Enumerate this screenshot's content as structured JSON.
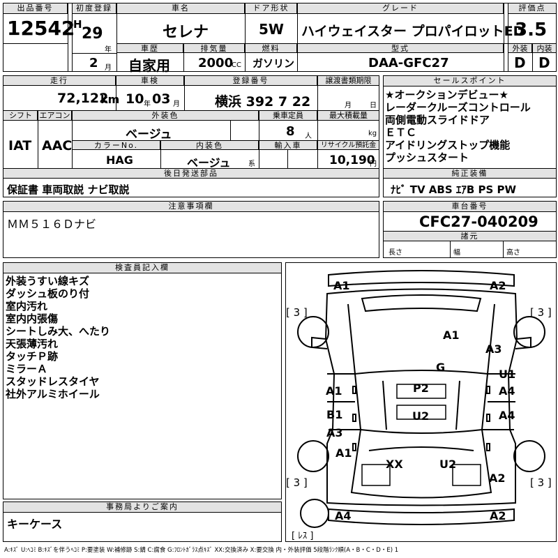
{
  "header_labels": {
    "lot": "出品番号",
    "first_reg": "初度登録",
    "car_name": "車名",
    "door": "ドア形状",
    "grade": "グレード",
    "score": "評価点",
    "year_unit": "年",
    "history": "車歴",
    "displacement": "排気量",
    "fuel": "燃料",
    "model": "型式",
    "exterior": "外装",
    "interior": "内装",
    "month_unit": "月",
    "cc_unit": "CC"
  },
  "vehicle": {
    "lot_number": "12542",
    "era": "H",
    "year": "29",
    "month": "2",
    "name": "セレナ",
    "door": "5W",
    "grade": "ハイウェイスター プロパイロットED",
    "score": "3.5",
    "history": "自家用",
    "displacement": "2000",
    "fuel": "ガソリン",
    "model": "DAA-GFC27",
    "exterior_grade": "D",
    "interior_grade": "D"
  },
  "row2_labels": {
    "mileage": "走行",
    "inspection": "車検",
    "registration": "登録番号",
    "transfer": "譲渡書類期限",
    "km_unit": "km",
    "year_unit": "年",
    "month_unit": "月",
    "month_label": "月",
    "day_label": "日",
    "shift": "シフト",
    "aircon": "エアコン",
    "ext_color": "外装色",
    "capacity": "乗車定員",
    "max_load": "最大積載量",
    "person_unit": "人",
    "kg_unit": "kg",
    "color_no": "カラーNo.",
    "int_color": "内装色",
    "int_suffix": "系",
    "import": "輸入車",
    "recycle": "リサイクル預託金",
    "yen_unit": "円",
    "after_parts": "後日発送部品"
  },
  "row2": {
    "mileage": "72,122",
    "inspection_year": "10",
    "inspection_month": "03",
    "registration": "横浜 392 7 22",
    "shift": "IAT",
    "aircon": "AAC",
    "ext_color": "ベージュ",
    "capacity": "8",
    "color_no": "HAG",
    "int_color": "ベージュ",
    "recycle": "10,190",
    "after_parts": "保証書 車両取説 ナビ取説"
  },
  "sales": {
    "label": "セールスポイント",
    "points": [
      "★オークションデビュー★",
      "レーダークルーズコントロール",
      "両側電動スライドドア",
      "ＥＴＣ",
      "アイドリングストップ機能",
      "プッシュスタート"
    ],
    "equipment_label": "純正装備",
    "equipment": "ﾅﾋﾞ TV ABS ｴｱB PS PW"
  },
  "caution": {
    "label": "注意事項欄",
    "text": "ＭＭ５１６Ｄナビ"
  },
  "chassis": {
    "label": "車台番号",
    "number": "CFC27-040209",
    "dims_label": "諸元",
    "length": "長さ",
    "width": "幅",
    "height": "高さ"
  },
  "inspector": {
    "label": "検査員記入欄",
    "notes": [
      "外装うすい線キズ",
      "ダッシュ板のり付",
      "室内汚れ",
      "室内内張傷",
      "シートしみ大、へたり",
      "天張薄汚れ",
      "タッチＰ跡",
      "ミラーＡ",
      "スタッドレスタイヤ",
      "社外アルミホイール"
    ]
  },
  "office": {
    "label": "事務局よりご案内",
    "text": "キーケース"
  },
  "diagram": {
    "marks": {
      "front_left": "A1",
      "front_right": "A2",
      "hood": "A1",
      "right_front_fender": "A3",
      "windshield": "G",
      "right_front_door_upper": "U1",
      "right_front_door": "A4",
      "left_front_door": "A1",
      "roof": "P2",
      "left_rear_door_1": "B1",
      "left_rear_door_2": "A3",
      "roof_rear": "U2",
      "right_rear_door": "A4",
      "left_quarter": "A1",
      "rear_left": "XX",
      "rear_right": "U2",
      "right_quarter": "A2",
      "bumper_left": "A4",
      "bumper_right": "A2"
    },
    "tire_fl": "[ 3 ]",
    "tire_fr": "[ 3 ]",
    "tire_rl": "[ 3 ]",
    "tire_rr": "[ 3 ]",
    "spare": "[ ﾚｽ ]"
  },
  "legend": "A:ｷｽﾞ U:ﾍｺﾐ B:ｷｽﾞを伴うﾍｺﾐ P:要塗装 W:補修跡 S:錆 C:腐食 G:ﾌﾛﾝﾄｶﾞﾗｽ点ｷｽﾞ XX:交換済み X:要交換 内・外装評価 5段階ﾗﾝｸ順(A・B・C・D・E) 1"
}
